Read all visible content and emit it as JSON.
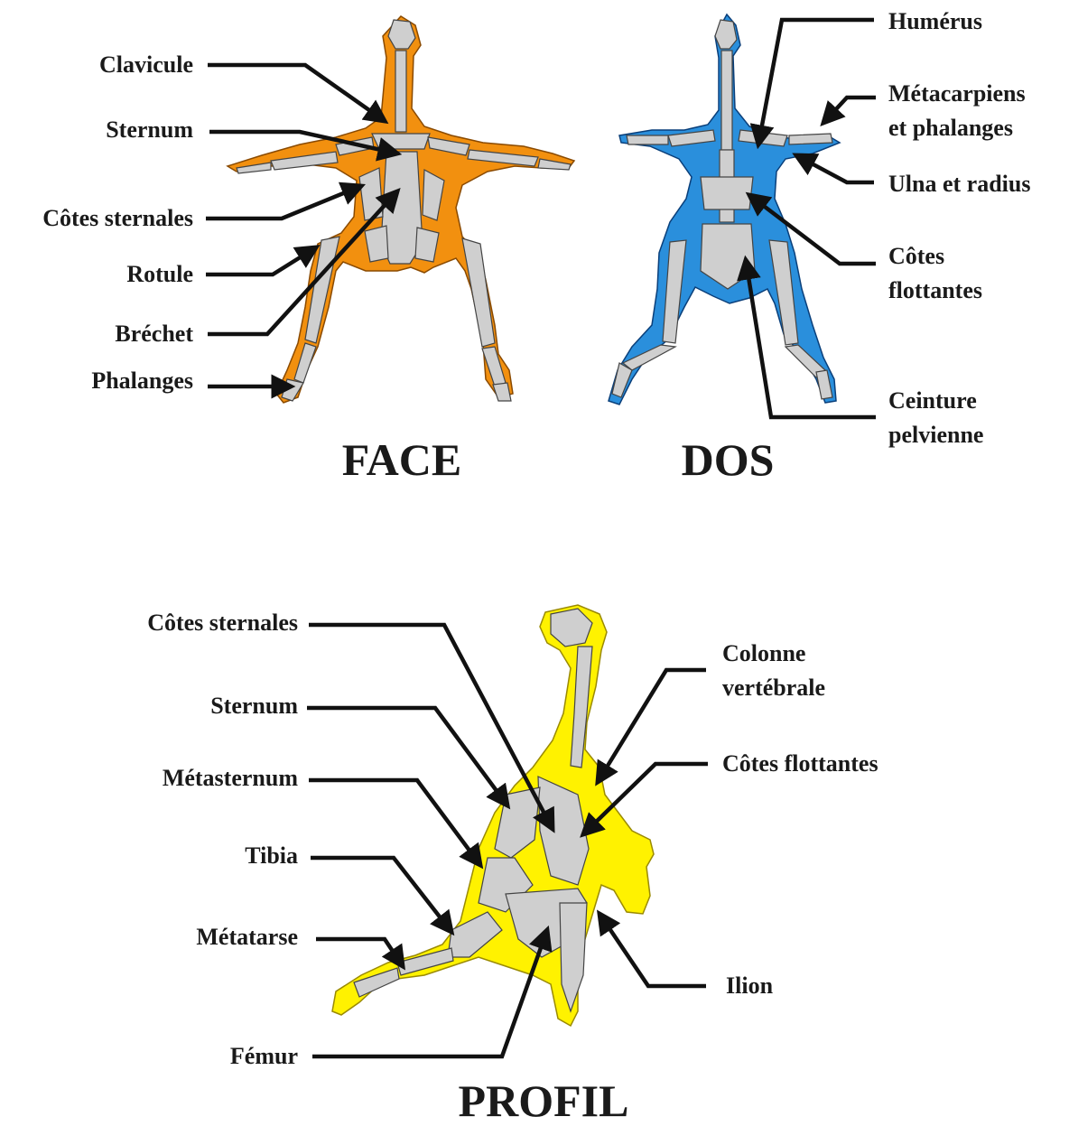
{
  "views": {
    "face": "FACE",
    "dos": "DOS",
    "profil": "PROFIL"
  },
  "face_labels": {
    "clavicule": "Clavicule",
    "sternum": "Sternum",
    "cotes_sternales": "Côtes sternales",
    "rotule": "Rotule",
    "brechet": "Bréchet",
    "phalanges": "Phalanges"
  },
  "dos_labels": {
    "humerus": "Humérus",
    "metacarpiens_1": "Métacarpiens",
    "metacarpiens_2": "et phalanges",
    "ulna": "Ulna et radius",
    "cotes_flottantes_1": "Côtes",
    "cotes_flottantes_2": "flottantes",
    "ceinture_1": "Ceinture",
    "ceinture_2": "pelvienne"
  },
  "profil_labels": {
    "cotes_sternales": "Côtes sternales",
    "sternum": "Sternum",
    "metasternum": "Métasternum",
    "tibia": "Tibia",
    "metatarse": "Métatarse",
    "femur": "Fémur",
    "colonne_1": "Colonne",
    "colonne_2": "vertébrale",
    "cotes_flottantes": "Côtes flottantes",
    "ilion": "Ilion"
  },
  "colors": {
    "face_body": "#f2900f",
    "dos_body": "#2a8fdc",
    "profil_body": "#fff200",
    "bone": "#cfcfcf",
    "leader": "#111111"
  }
}
